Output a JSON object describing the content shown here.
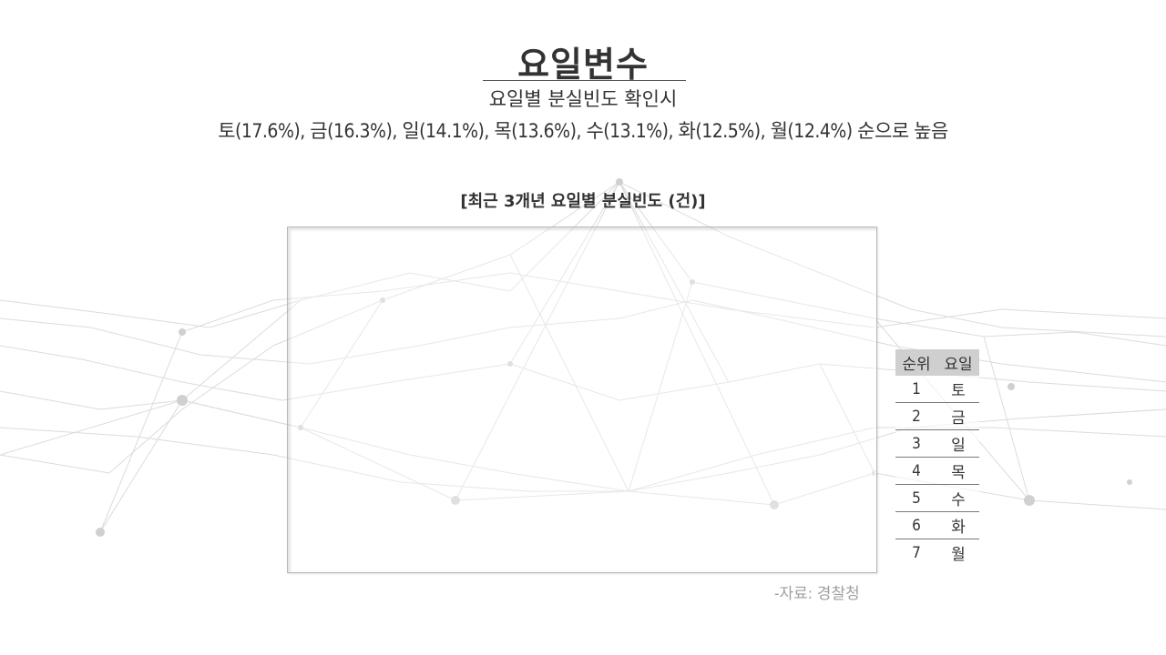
{
  "slide": {
    "title": "요일변수",
    "subtitle": "요일별 분실빈도 확인시",
    "summary": "토(17.6%), 금(16.3%), 일(14.1%), 목(13.6%), 수(13.1%), 화(12.5%), 월(12.4%) 순으로 높음",
    "chart_heading": "[최근 3개년 요일별 분실빈도 (건)]",
    "source": "-자료: 경찰청"
  },
  "rank_table": {
    "headers": [
      "순위",
      "요일"
    ],
    "rows": [
      {
        "rank": "1",
        "day": "토"
      },
      {
        "rank": "2",
        "day": "금"
      },
      {
        "rank": "3",
        "day": "일"
      },
      {
        "rank": "4",
        "day": "목"
      },
      {
        "rank": "5",
        "day": "수"
      },
      {
        "rank": "6",
        "day": "화"
      },
      {
        "rank": "7",
        "day": "월"
      }
    ]
  },
  "colors": {
    "text": "#333333",
    "header_bg": "#cfcfcf",
    "source_text": "#a0a0a0",
    "network_lines": "#d9d9d9"
  }
}
